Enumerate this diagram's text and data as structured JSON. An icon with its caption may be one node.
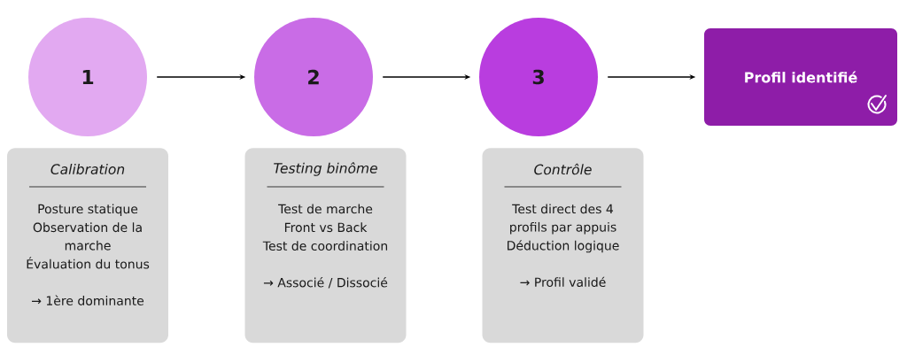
{
  "diagram": {
    "nodes": [
      {
        "text": [
          "1"
        ]
      },
      {
        "text": [
          "2"
        ]
      },
      {
        "text": [
          "3"
        ]
      },
      {
        "text": [
          "Profil identifié"
        ]
      },
      {
        "text": [
          "Calibration",
          "Posture statique",
          "Observation de la marche",
          "Évaluation du tonus",
          "→ 1ère dominante"
        ]
      },
      {
        "text": [
          "Testing binôme",
          "Test de marche",
          "Front vs Back",
          "Test de coordination",
          "→ Associé / Dissocié"
        ]
      },
      {
        "text": [
          "Contrôle",
          "Test direct des 4 profils par appuis",
          "Déduction logique",
          "→ Profil validé"
        ]
      }
    ],
    "edges": [
      {
        "from": 0,
        "to": 1,
        "arrow": "to"
      },
      {
        "from": 1,
        "to": 2,
        "arrow": "to"
      },
      {
        "from": 2,
        "to": 3,
        "arrow": "to"
      }
    ]
  }
}
